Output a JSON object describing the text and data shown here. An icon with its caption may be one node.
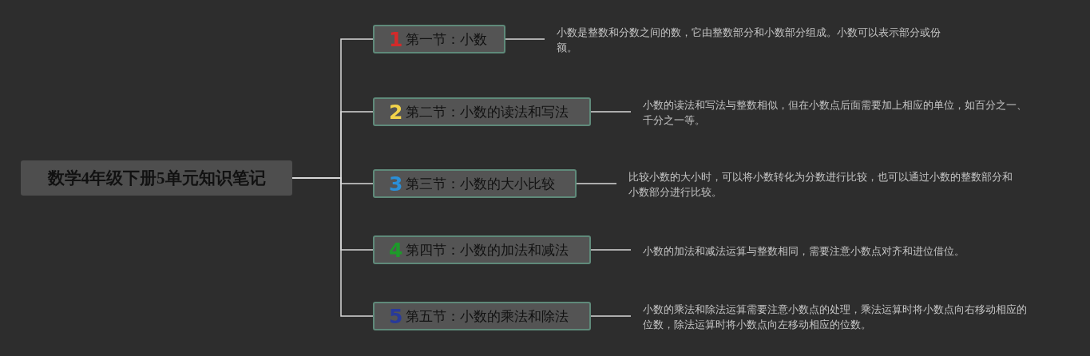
{
  "diagram": {
    "nodes": [
      {
        "text": [
          "数学4年级下册5单元知识笔记"
        ]
      },
      {
        "text": [
          "1",
          "第一节：小数"
        ]
      },
      {
        "text": [
          "2",
          "第二节：小数的读法和写法"
        ]
      },
      {
        "text": [
          "3",
          "第三节：小数的大小比较"
        ]
      },
      {
        "text": [
          "4",
          "第四节：小数的加法和减法"
        ]
      },
      {
        "text": [
          "5",
          "第五节：小数的乘法和除法"
        ]
      },
      {
        "text": [
          "小数是整数和分数之间的数，它由整数部分和小数部分组成。小数可以表示部分或份额。"
        ]
      },
      {
        "text": [
          "小数的读法和写法与整数相似，但在小数点后面需要加上相应的单位，如百分之一、千分之一等。"
        ]
      },
      {
        "text": [
          "比较小数的大小时，可以将小数转化为分数进行比较，也可以通过小数的整数部分和小数部分进行比较。"
        ]
      },
      {
        "text": [
          "小数的加法和减法运算与整数相同，需要注意小数点对齐和进位借位。"
        ]
      },
      {
        "text": [
          "小数的乘法和除法运算需要注意小数点的处理，乘法运算时将小数点向右移动相应的位数，除法运算时将小数点向左移动相应的位数。"
        ]
      }
    ],
    "edges": [
      {
        "from": 0,
        "to": 1,
        "arrow": "none"
      },
      {
        "from": 0,
        "to": 2,
        "arrow": "none"
      },
      {
        "from": 0,
        "to": 3,
        "arrow": "none"
      },
      {
        "from": 0,
        "to": 4,
        "arrow": "none"
      },
      {
        "from": 0,
        "to": 5,
        "arrow": "none"
      },
      {
        "from": 1,
        "to": 6,
        "arrow": "none"
      },
      {
        "from": 2,
        "to": 7,
        "arrow": "none"
      },
      {
        "from": 3,
        "to": 8,
        "arrow": "none"
      },
      {
        "from": 4,
        "to": 9,
        "arrow": "none"
      },
      {
        "from": 5,
        "to": 10,
        "arrow": "none"
      }
    ]
  }
}
